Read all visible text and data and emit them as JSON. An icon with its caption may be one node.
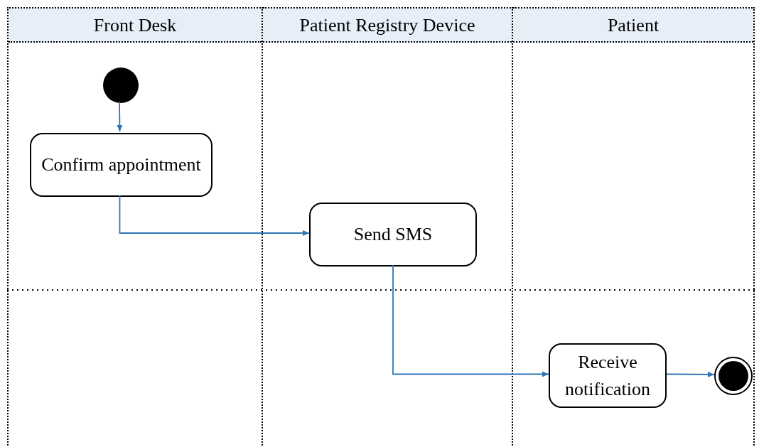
{
  "diagram": {
    "nodes": [
      {
        "text": [
          "Front Desk"
        ]
      },
      {
        "text": [
          "Patient Registry Device"
        ]
      },
      {
        "text": [
          "Patient"
        ]
      },
      {
        "text": [],
        "shape": "circle",
        "in": 0
      },
      {
        "text": [
          "Confirm appointment"
        ],
        "in": 0
      },
      {
        "text": [
          "Send SMS"
        ],
        "in": 1
      },
      {
        "text": [
          "Receive notification"
        ],
        "in": 2
      },
      {
        "text": [],
        "shape": "bullseye",
        "in": 2
      }
    ],
    "edges": [
      {
        "from": 3,
        "to": 4,
        "arrow": "to"
      },
      {
        "from": 4,
        "to": 5,
        "arrow": "to"
      },
      {
        "from": 5,
        "to": 6,
        "arrow": "to"
      },
      {
        "from": 6,
        "to": 7,
        "arrow": "to"
      }
    ]
  }
}
